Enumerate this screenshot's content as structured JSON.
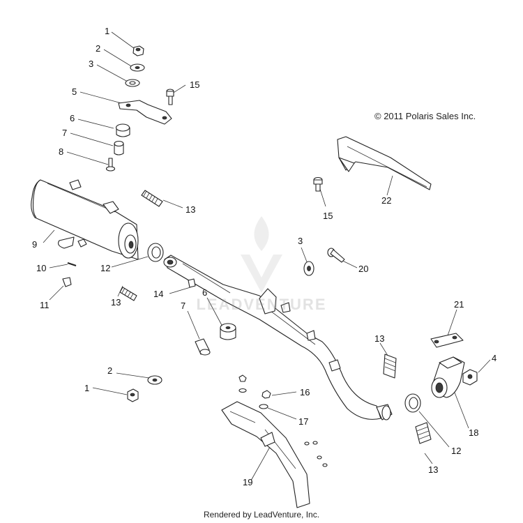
{
  "copyright": "© 2011 Polaris Sales Inc.",
  "credit": "Rendered by LeadVenture, Inc.",
  "watermark": "LEADVENTURE",
  "callouts": [
    {
      "id": "c1a",
      "text": "1"
    },
    {
      "id": "c2a",
      "text": "2"
    },
    {
      "id": "c3a",
      "text": "3"
    },
    {
      "id": "c5",
      "text": "5"
    },
    {
      "id": "c15a",
      "text": "15"
    },
    {
      "id": "c6a",
      "text": "6"
    },
    {
      "id": "c7a",
      "text": "7"
    },
    {
      "id": "c8",
      "text": "8"
    },
    {
      "id": "c13a",
      "text": "13"
    },
    {
      "id": "c9",
      "text": "9"
    },
    {
      "id": "c10",
      "text": "10"
    },
    {
      "id": "c11",
      "text": "11"
    },
    {
      "id": "c12a",
      "text": "12"
    },
    {
      "id": "c13b",
      "text": "13"
    },
    {
      "id": "c14",
      "text": "14"
    },
    {
      "id": "c22",
      "text": "22"
    },
    {
      "id": "c15b",
      "text": "15"
    },
    {
      "id": "c3b",
      "text": "3"
    },
    {
      "id": "c20",
      "text": "20"
    },
    {
      "id": "c6b",
      "text": "6"
    },
    {
      "id": "c7b",
      "text": "7"
    },
    {
      "id": "c21",
      "text": "21"
    },
    {
      "id": "c13c",
      "text": "13"
    },
    {
      "id": "c4",
      "text": "4"
    },
    {
      "id": "c2b",
      "text": "2"
    },
    {
      "id": "c1b",
      "text": "1"
    },
    {
      "id": "c16",
      "text": "16"
    },
    {
      "id": "c17",
      "text": "17"
    },
    {
      "id": "c18",
      "text": "18"
    },
    {
      "id": "c12b",
      "text": "12"
    },
    {
      "id": "c13d",
      "text": "13"
    },
    {
      "id": "c19",
      "text": "19"
    }
  ]
}
